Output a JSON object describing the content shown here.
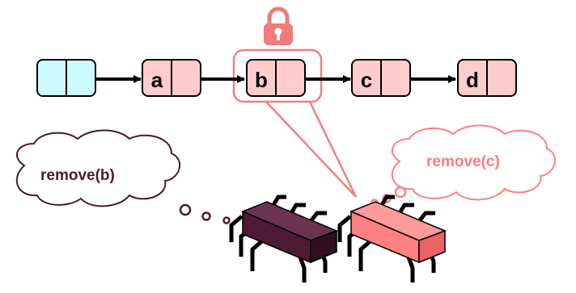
{
  "nodes": [
    {
      "label": "",
      "fill": "#ccfbff"
    },
    {
      "label": "a",
      "fill": "#ffcccc"
    },
    {
      "label": "b",
      "fill": "#ffcccc"
    },
    {
      "label": "c",
      "fill": "#ffcccc"
    },
    {
      "label": "d",
      "fill": "#ffcccc"
    }
  ],
  "locked_node": "b",
  "threads": [
    {
      "thought": "remove(b)",
      "body_color": "#4d1a33",
      "text_color": "#4d1a33",
      "bubble_outline": "#4d1a33"
    },
    {
      "thought": "remove(c)",
      "body_color": "#ff8080",
      "text_color": "#ff7b7b",
      "bubble_outline": "#ff8080"
    }
  ],
  "colors": {
    "lock": "#f27a7a",
    "highlight": "#f08080",
    "arrow": "#000000"
  },
  "icons": [
    "padlock-icon",
    "processor-chip-icon"
  ]
}
